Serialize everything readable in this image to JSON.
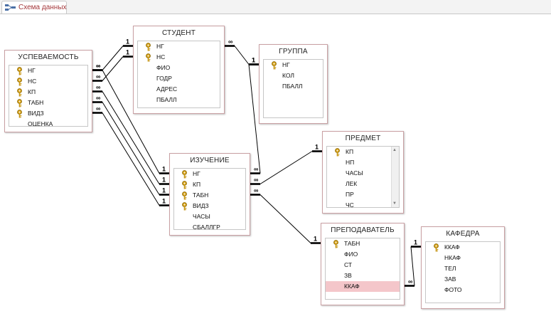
{
  "tab": {
    "label": "Схема данных",
    "icon": "relationships-icon"
  },
  "colors": {
    "tab_text": "#a4373a",
    "table_border": "#c9a0a3",
    "selected_row": "#f4c6ca"
  },
  "tables": [
    {
      "id": "uspevaemost",
      "title": "УСПЕВАЕМОСТЬ",
      "fields": [
        {
          "name": "НГ",
          "key": true
        },
        {
          "name": "НС",
          "key": true
        },
        {
          "name": "КП",
          "key": true
        },
        {
          "name": "ТАБН",
          "key": true
        },
        {
          "name": "ВИДЗ",
          "key": true
        },
        {
          "name": "ОЦЕНКА",
          "key": false
        }
      ]
    },
    {
      "id": "student",
      "title": "СТУДЕНТ",
      "fields": [
        {
          "name": "НГ",
          "key": true
        },
        {
          "name": "НС",
          "key": true
        },
        {
          "name": "ФИО",
          "key": false
        },
        {
          "name": "ГОДР",
          "key": false
        },
        {
          "name": "АДРЕС",
          "key": false
        },
        {
          "name": "ПБАЛЛ",
          "key": false
        }
      ]
    },
    {
      "id": "gruppa",
      "title": "ГРУППА",
      "fields": [
        {
          "name": "НГ",
          "key": true
        },
        {
          "name": "КОЛ",
          "key": false
        },
        {
          "name": "ПБАЛЛ",
          "key": false
        }
      ]
    },
    {
      "id": "predmet",
      "title": "ПРЕДМЕТ",
      "scrollbar": true,
      "fields": [
        {
          "name": "КП",
          "key": true
        },
        {
          "name": "НП",
          "key": false
        },
        {
          "name": "ЧАСЫ",
          "key": false
        },
        {
          "name": "ЛЕК",
          "key": false
        },
        {
          "name": "ПР",
          "key": false
        },
        {
          "name": "ЧС",
          "key": false
        }
      ]
    },
    {
      "id": "izuchenie",
      "title": "ИЗУЧЕНИЕ",
      "fields": [
        {
          "name": "НГ",
          "key": true
        },
        {
          "name": "КП",
          "key": true
        },
        {
          "name": "ТАБН",
          "key": true
        },
        {
          "name": "ВИДЗ",
          "key": true
        },
        {
          "name": "ЧАСЫ",
          "key": false
        },
        {
          "name": "СБАЛЛГР",
          "key": false
        }
      ]
    },
    {
      "id": "prepodavatel",
      "title": "ПРЕПОДАВАТЕЛЬ",
      "fields": [
        {
          "name": "ТАБН",
          "key": true
        },
        {
          "name": "ФИО",
          "key": false
        },
        {
          "name": "СТ",
          "key": false
        },
        {
          "name": "ЗВ",
          "key": false
        },
        {
          "name": "ККАФ",
          "key": false,
          "selected": true
        }
      ]
    },
    {
      "id": "kafedra",
      "title": "КАФЕДРА",
      "fields": [
        {
          "name": "ККАФ",
          "key": true
        },
        {
          "name": "НКАФ",
          "key": false
        },
        {
          "name": "ТЕЛ",
          "key": false
        },
        {
          "name": "ЗАВ",
          "key": false
        },
        {
          "name": "ФОТО",
          "key": false
        }
      ]
    }
  ],
  "relationships": [
    {
      "from": "student.НГ",
      "to": "uspevaemost.НГ",
      "one": "1",
      "many": "∞"
    },
    {
      "from": "student.НС",
      "to": "uspevaemost.НС",
      "one": "1",
      "many": "∞"
    },
    {
      "from": "gruppa.НГ",
      "to": "student.НГ",
      "one": "1",
      "many": "∞"
    },
    {
      "from": "gruppa.НГ",
      "to": "izuchenie.НГ",
      "one": "1",
      "many": "∞"
    },
    {
      "from": "izuchenie.НГ",
      "to": "uspevaemost.НГ",
      "one": "1",
      "many": "∞"
    },
    {
      "from": "izuchenie.КП",
      "to": "uspevaemost.КП",
      "one": "1",
      "many": "∞"
    },
    {
      "from": "izuchenie.ТАБН",
      "to": "uspevaemost.ТАБН",
      "one": "1",
      "many": "∞"
    },
    {
      "from": "izuchenie.ВИДЗ",
      "to": "uspevaemost.ВИДЗ",
      "one": "1",
      "many": "∞"
    },
    {
      "from": "predmet.КП",
      "to": "izuchenie.КП",
      "one": "1",
      "many": "∞"
    },
    {
      "from": "prepodavatel.ТАБН",
      "to": "izuchenie.ТАБН",
      "one": "1",
      "many": "∞"
    },
    {
      "from": "kafedra.ККАФ",
      "to": "prepodavatel.ККАФ",
      "one": "1",
      "many": "∞"
    }
  ]
}
